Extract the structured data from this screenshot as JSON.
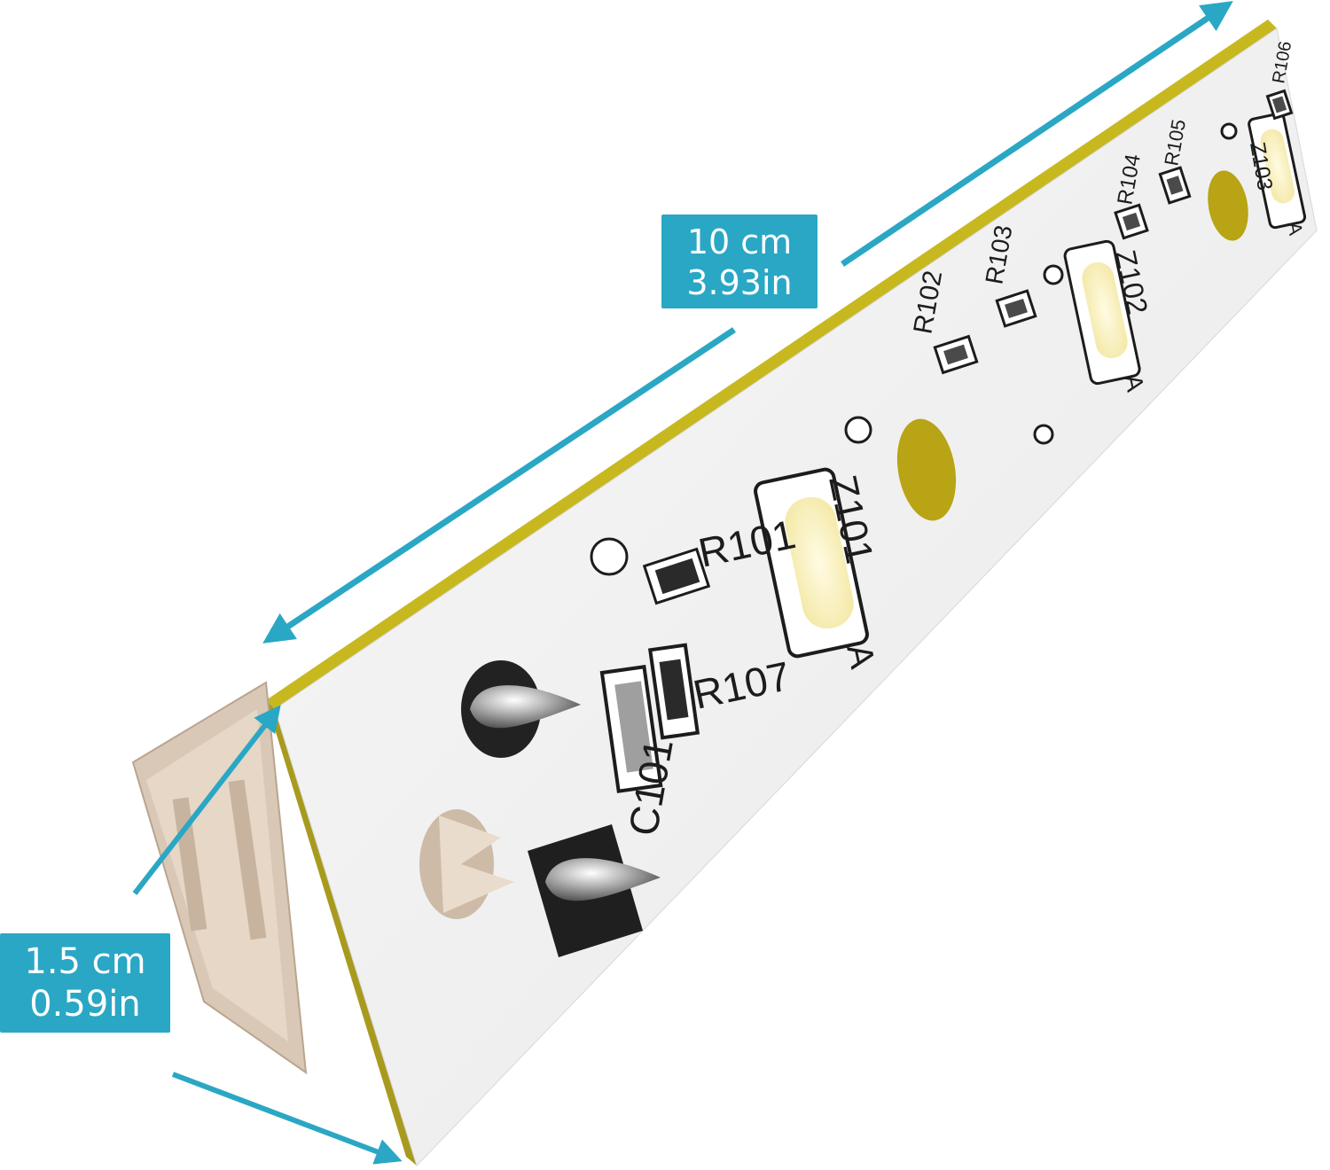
{
  "dimensions": {
    "length": {
      "metric": "10 cm",
      "imperial": "3.93in"
    },
    "width": {
      "metric": "1.5 cm",
      "imperial": "0.59in"
    }
  },
  "pcb_labels": {
    "r101": "R101",
    "r102": "R102",
    "r103": "R103",
    "r104": "R104",
    "r105": "R105",
    "r106": "R106",
    "r107": "R107",
    "c101": "C101",
    "z101": "Z101",
    "z102": "Z102",
    "z103": "Z103",
    "anode_marks": [
      "A",
      "A",
      "A"
    ]
  },
  "colors": {
    "arrow": "#2aa7c4",
    "board_face": "#f3f3f3",
    "board_edge": "#a89a1e",
    "connector": "#d9c8b6",
    "led": "#fff6c8"
  }
}
